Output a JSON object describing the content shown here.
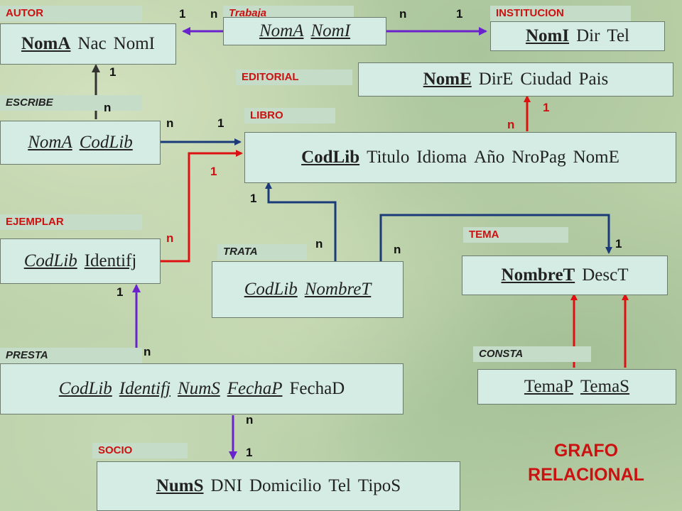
{
  "tables": {
    "autor": {
      "label": "AUTOR",
      "fields": [
        "NomA",
        "Nac",
        "NomI"
      ]
    },
    "trabaja": {
      "label": "Trabaja",
      "fields": [
        "NomA",
        "NomI"
      ]
    },
    "institucion": {
      "label": "INSTITUCION",
      "fields": [
        "NomI",
        "Dir",
        "Tel"
      ]
    },
    "editorial": {
      "label": "EDITORIAL",
      "fields": [
        "NomE",
        "DirE",
        "Ciudad",
        "Pais"
      ]
    },
    "escribe": {
      "label": "ESCRIBE",
      "fields": [
        "NomA",
        "CodLib"
      ]
    },
    "libro": {
      "label": "LIBRO",
      "fields": [
        "CodLib",
        "Titulo",
        "Idioma",
        "Año",
        "NroPag",
        "NomE"
      ]
    },
    "ejemplar": {
      "label": "EJEMPLAR",
      "fields": [
        "CodLib",
        "Identifj"
      ]
    },
    "trata": {
      "label": "TRATA",
      "fields": [
        "CodLib",
        "NombreT"
      ]
    },
    "tema": {
      "label": "TEMA",
      "fields": [
        "NombreT",
        "DescT"
      ]
    },
    "consta": {
      "label": "CONSTA",
      "fields": [
        "TemaP",
        "TemaS"
      ]
    },
    "presta": {
      "label": "PRESTA",
      "fields": [
        "CodLib",
        "Identifj",
        "NumS",
        "FechaP",
        "FechaD"
      ]
    },
    "socio": {
      "label": "SOCIO",
      "fields": [
        "NumS",
        "DNI",
        "Domicilio",
        "Tel",
        "TipoS"
      ]
    }
  },
  "cardinalities": {
    "trabaja_autor_1": "1",
    "trabaja_autor_n": "n",
    "trabaja_inst_n": "n",
    "trabaja_inst_1": "1",
    "escribe_autor_1": "1",
    "escribe_autor_n": "n",
    "escribe_libro_n": "n",
    "escribe_libro_1": "1",
    "libro_editorial_1": "1",
    "libro_editorial_n": "n",
    "ejemplar_libro_1": "1",
    "ejemplar_libro_n": "n",
    "trata_libro_1": "1",
    "trata_libro_n": "n",
    "trata_tema_n": "n",
    "trata_tema_1": "1",
    "presta_ejemplar_1": "1",
    "presta_ejemplar_n": "n",
    "presta_socio_n": "n",
    "presta_socio_1": "1"
  },
  "diagram_title": {
    "line1": "GRAFO",
    "line2": "RELACIONAL"
  },
  "colors": {
    "blue": "#1a3a7a",
    "red": "#dd1111",
    "purple": "#6a22cc",
    "black": "#333333"
  }
}
